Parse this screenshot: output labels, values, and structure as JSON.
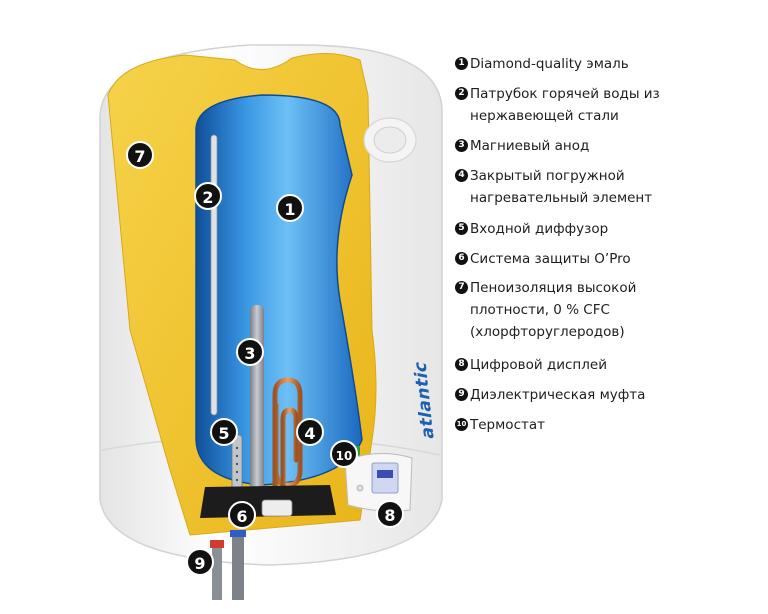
{
  "legend": {
    "items": [
      {
        "num": "1",
        "text": "Diamond-quality эмаль"
      },
      {
        "num": "2",
        "text": "Патрубок горячей воды из\nнержавеющей стали"
      },
      {
        "num": "3",
        "text": "Магниевый анод"
      },
      {
        "num": "4",
        "text": "Закрытый погружной\nнагревательный элемент"
      },
      {
        "num": "5",
        "text": "Входной диффузор"
      },
      {
        "num": "6",
        "text": "Система защиты O’Pro"
      },
      {
        "num": "7",
        "text": "Пеноизоляция  высокой\nплотности, 0 % CFC\n(хлорфторуглеродов)"
      },
      {
        "num": "8",
        "text": "Цифровой дисплей"
      },
      {
        "num": "9",
        "text": "Диэлектрическая муфта"
      },
      {
        "num": "10",
        "text": "Термостат"
      }
    ]
  },
  "callouts": [
    "1",
    "2",
    "3",
    "4",
    "5",
    "6",
    "7",
    "8",
    "9",
    "10"
  ],
  "brand": "atlantic",
  "colors": {
    "tank_blue": "#2f86d8",
    "insulation_yellow": "#f2c62b",
    "shell_white": "#f3f3f3",
    "copper": "#c9773a",
    "badge_black": "#111111"
  }
}
